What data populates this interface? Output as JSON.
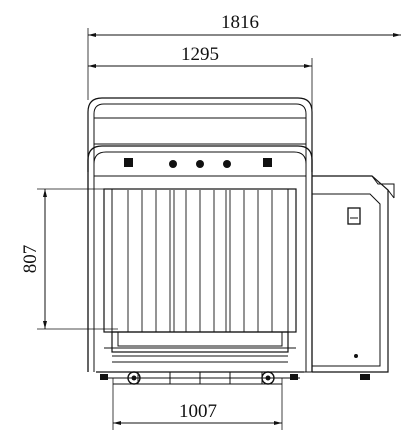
{
  "dimensions": {
    "overall_width": "1816",
    "frame_width": "1295",
    "tunnel_height": "807",
    "conveyor_width": "1007"
  }
}
